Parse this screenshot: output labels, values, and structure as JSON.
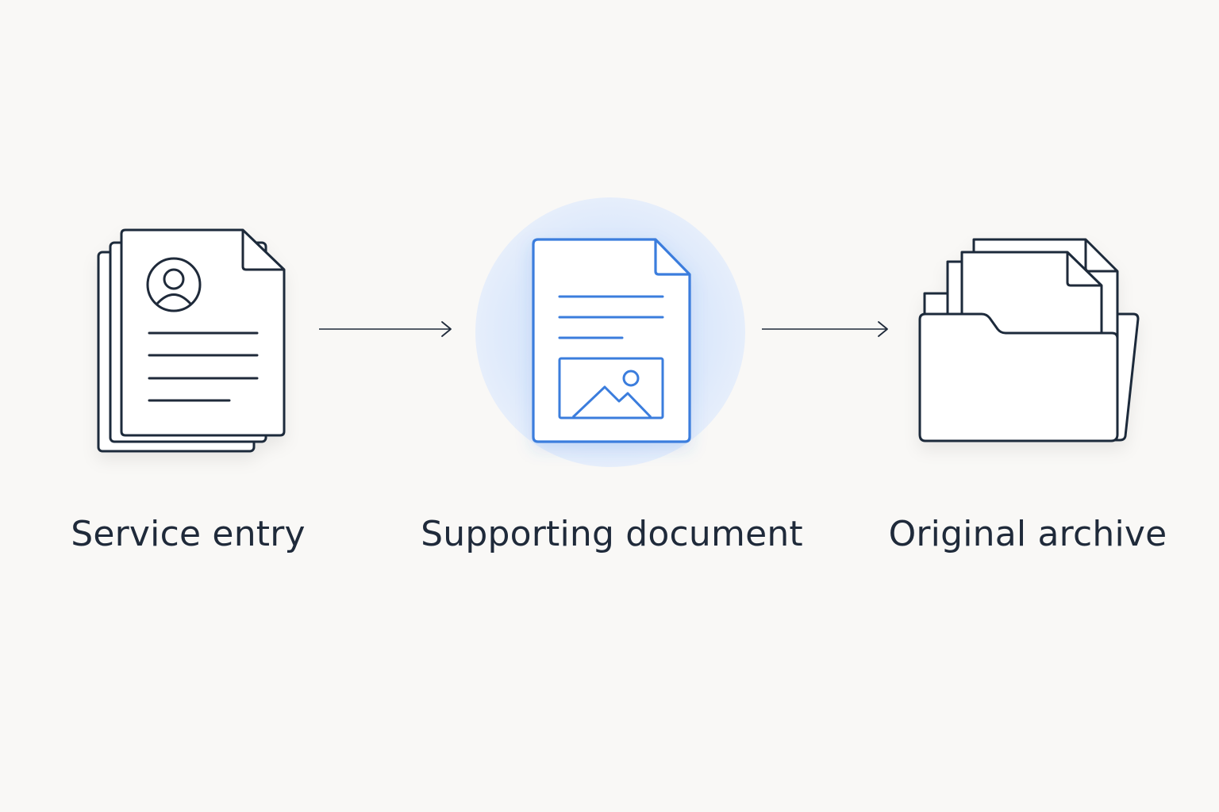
{
  "colors": {
    "background": "#f9f8f6",
    "ink": "#1f2a3a",
    "accent": "#3b7ddd",
    "accent_halo": "#dde9fb"
  },
  "steps": [
    {
      "label": "Service entry",
      "icon": "stacked-profile-document-icon"
    },
    {
      "label": "Supporting document",
      "icon": "image-document-icon",
      "highlighted": true
    },
    {
      "label": "Original archive",
      "icon": "archive-folder-icon"
    }
  ],
  "connectors": [
    {
      "from": "Service entry",
      "to": "Supporting document",
      "icon": "arrow-right-icon"
    },
    {
      "from": "Supporting document",
      "to": "Original archive",
      "icon": "arrow-right-icon"
    }
  ]
}
